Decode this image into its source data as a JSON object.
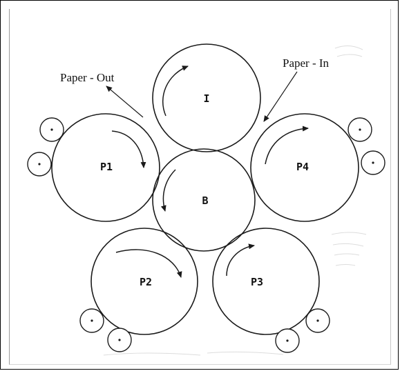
{
  "rollers": {
    "I": "I",
    "B": "B",
    "P1": "P1",
    "P2": "P2",
    "P3": "P3",
    "P4": "P4"
  },
  "labels": {
    "paper_out": "Paper - Out",
    "paper_in": "Paper - In"
  }
}
